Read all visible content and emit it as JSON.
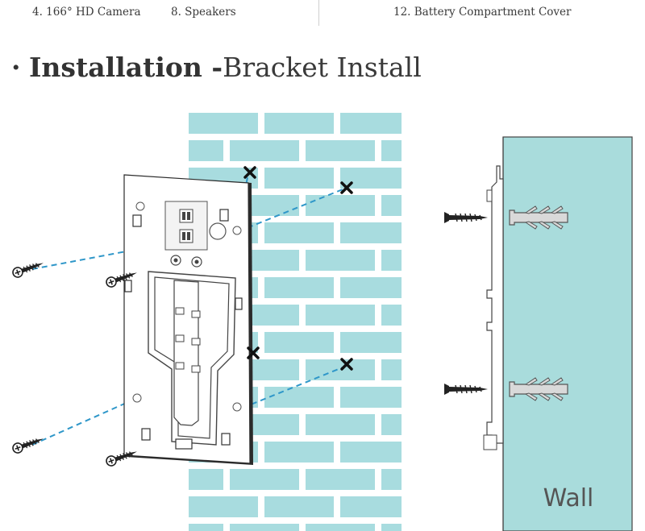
{
  "top_strip": {
    "items": [
      {
        "id": "item-4",
        "text": "4. 166°  HD Camera"
      },
      {
        "id": "item-8",
        "text": "8. Speakers"
      },
      {
        "id": "item-12",
        "text": "12. Battery Compartment Cover"
      }
    ]
  },
  "heading": {
    "bullet": "·",
    "bold": "Installation -",
    "light": "Bracket Install"
  },
  "diagram": {
    "wall_label": "Wall",
    "colors": {
      "brick": "#a8dcdf",
      "wall_panel": "#a9dcdc",
      "dash": "#2f97c9",
      "outline": "#2a2a2a",
      "bracket_fill": "#ffffff",
      "bracket_back": "#2b2b2b"
    }
  }
}
